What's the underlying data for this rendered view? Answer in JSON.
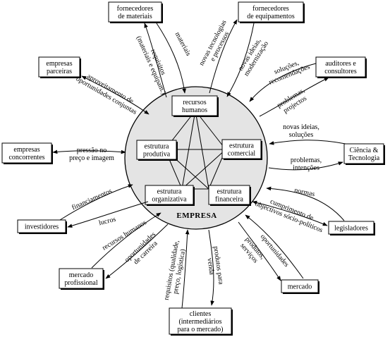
{
  "center": {
    "label": "EMPRESA",
    "fill": "#e4e4e4",
    "units": [
      {
        "id": "recursos_humanos",
        "lines": [
          "recursos",
          "humanos"
        ]
      },
      {
        "id": "estrutura_produtiva",
        "lines": [
          "estrutura",
          "produtiva"
        ]
      },
      {
        "id": "estrutura_comercial",
        "lines": [
          "estrutura",
          "comercial"
        ]
      },
      {
        "id": "estrutura_organizativa",
        "lines": [
          "estrutura",
          "organizativa"
        ]
      },
      {
        "id": "estrutura_financeira",
        "lines": [
          "estrutura",
          "financeira"
        ]
      }
    ]
  },
  "entities": [
    {
      "id": "fornecedores_materiais",
      "lines": [
        "fornecedores",
        "de materiais"
      ]
    },
    {
      "id": "fornecedores_equipamentos",
      "lines": [
        "fornecedores",
        "de equipamentos"
      ]
    },
    {
      "id": "empresas_parceiras",
      "lines": [
        "empresas",
        "parceiras"
      ]
    },
    {
      "id": "auditores_consultores",
      "lines": [
        "auditores e",
        "consultores"
      ]
    },
    {
      "id": "empresas_concorrentes",
      "lines": [
        "empresas",
        "concorrentes"
      ]
    },
    {
      "id": "ciencia_tecnologia",
      "lines": [
        "Ciência &",
        "Tecnologia"
      ]
    },
    {
      "id": "investidores",
      "lines": [
        "investidores"
      ]
    },
    {
      "id": "legisladores",
      "lines": [
        "legisladores"
      ]
    },
    {
      "id": "mercado_profissional",
      "lines": [
        "mercado",
        "profissional"
      ]
    },
    {
      "id": "mercado",
      "lines": [
        "mercado"
      ]
    },
    {
      "id": "clientes",
      "lines": [
        "clientes",
        "(intermediários",
        "para o mercado)"
      ]
    }
  ],
  "flows": [
    {
      "id": "requisitos_materiais",
      "lines": [
        "requisitos",
        "(materiais e equipam.)"
      ]
    },
    {
      "id": "materiais",
      "lines": [
        "materiais"
      ]
    },
    {
      "id": "novas_tecnologias_processos",
      "lines": [
        "novas tecnologias",
        "e processos"
      ]
    },
    {
      "id": "novas_ideias_modernizacao",
      "lines": [
        "novas ideias,",
        "modernização"
      ]
    },
    {
      "id": "aproveitamento_oportunidades",
      "lines": [
        "aproveitamento de",
        "oportunidades conjuntas"
      ]
    },
    {
      "id": "solucoes_recomendacoes",
      "lines": [
        "soluções,",
        "recomendações"
      ]
    },
    {
      "id": "problemas_projectos",
      "lines": [
        "problemas,",
        "projectos"
      ]
    },
    {
      "id": "novas_ideias_solucoes",
      "lines": [
        "novas ideias,",
        "soluções"
      ]
    },
    {
      "id": "pressao_preco_imagem",
      "lines": [
        "pressão no",
        "preço e imagem"
      ]
    },
    {
      "id": "problemas_intencoes",
      "lines": [
        "problemas,",
        "intenções"
      ]
    },
    {
      "id": "financiamentos",
      "lines": [
        "financiamentos"
      ]
    },
    {
      "id": "normas",
      "lines": [
        "normas"
      ]
    },
    {
      "id": "lucros",
      "lines": [
        "lucros"
      ]
    },
    {
      "id": "cumprimento_objectivos",
      "lines": [
        "cumprimento de",
        "objectivos sócio-políticos"
      ]
    },
    {
      "id": "recursos_humanos_flow",
      "lines": [
        "recursos humanos"
      ]
    },
    {
      "id": "oportunidades_carreira",
      "lines": [
        "oportunidades",
        "de carreira"
      ]
    },
    {
      "id": "produtos_servicos",
      "lines": [
        "produtos,",
        "serviços"
      ]
    },
    {
      "id": "oportunidades",
      "lines": [
        "oportunidades"
      ]
    },
    {
      "id": "requisitos_clientes",
      "lines": [
        "requisitos (qualidade,",
        "preço, logística)"
      ]
    },
    {
      "id": "produtos_para_venda",
      "lines": [
        "produtos para",
        "venda"
      ]
    }
  ]
}
